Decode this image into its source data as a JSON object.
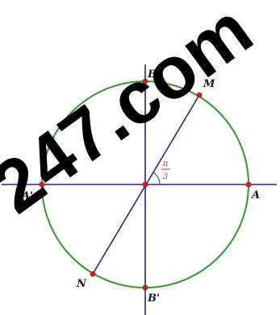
{
  "diagram": {
    "points": {
      "A": "A",
      "A_prime": "A'",
      "B": "B",
      "B_prime": "B'",
      "M": "M",
      "N": "N"
    },
    "angle": {
      "numerator": "π",
      "denominator": "3"
    },
    "watermark": "247.com",
    "colors": {
      "circle": "#2e9a2e",
      "axes": "#23239a",
      "points": "#d21c1c",
      "angle_text": "#e0303c",
      "angle_arc": "#2a8a8a"
    }
  }
}
